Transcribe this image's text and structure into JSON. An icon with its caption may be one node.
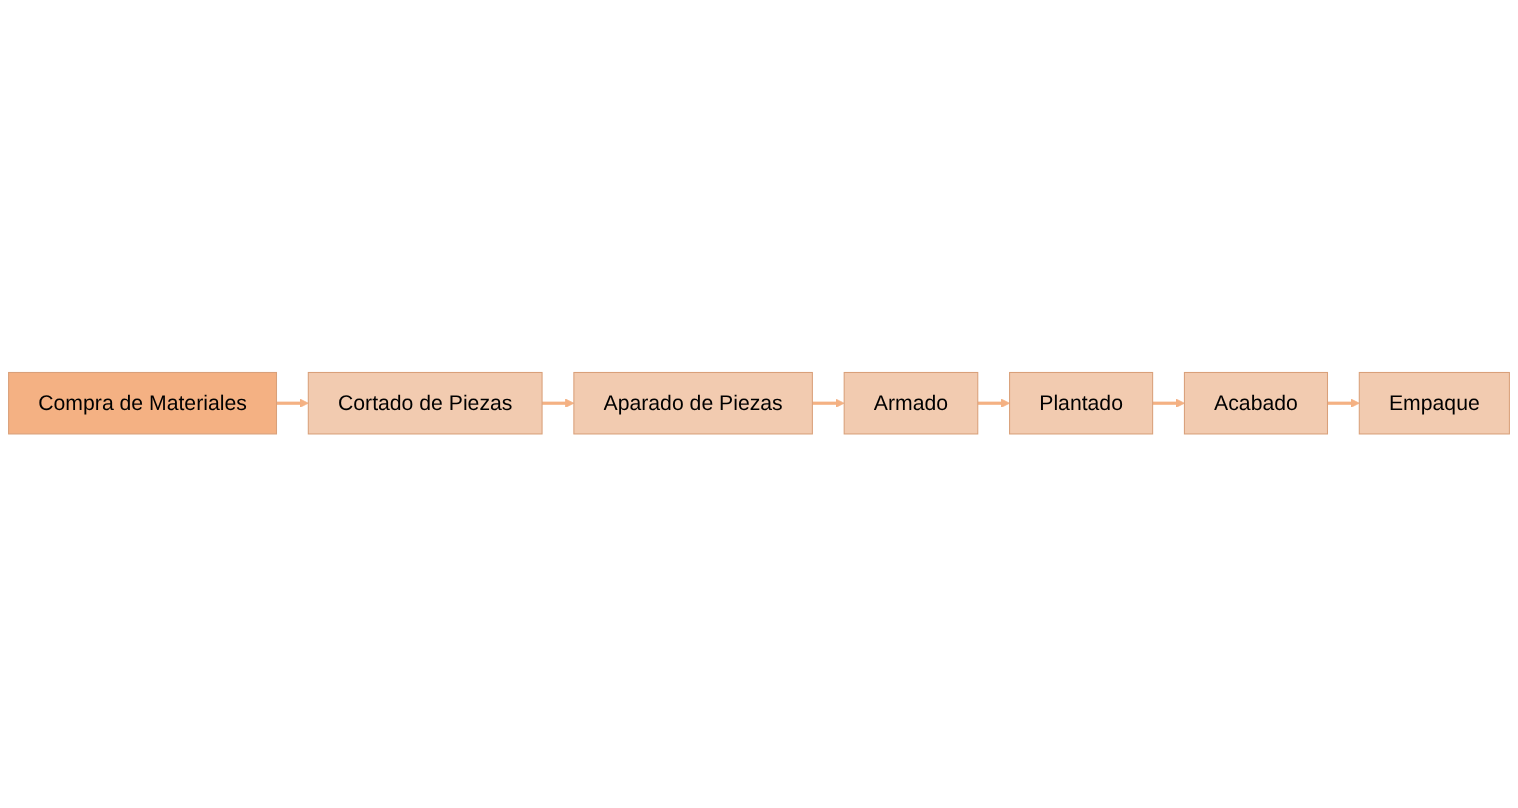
{
  "diagram": {
    "nodes": [
      {
        "text": [
          "Compra de Materiales"
        ]
      },
      {
        "text": [
          "Cortado de Piezas"
        ]
      },
      {
        "text": [
          "Aparado de Piezas"
        ]
      },
      {
        "text": [
          "Armado"
        ]
      },
      {
        "text": [
          "Plantado"
        ]
      },
      {
        "text": [
          "Acabado"
        ]
      },
      {
        "text": [
          "Empaque"
        ]
      }
    ],
    "edges": [
      {
        "from": 0,
        "to": 1,
        "arrow": "to"
      },
      {
        "from": 1,
        "to": 2,
        "arrow": "to"
      },
      {
        "from": 2,
        "to": 3,
        "arrow": "to"
      },
      {
        "from": 3,
        "to": 4,
        "arrow": "to"
      },
      {
        "from": 4,
        "to": 5,
        "arrow": "to"
      },
      {
        "from": 5,
        "to": 6,
        "arrow": "to"
      }
    ]
  }
}
